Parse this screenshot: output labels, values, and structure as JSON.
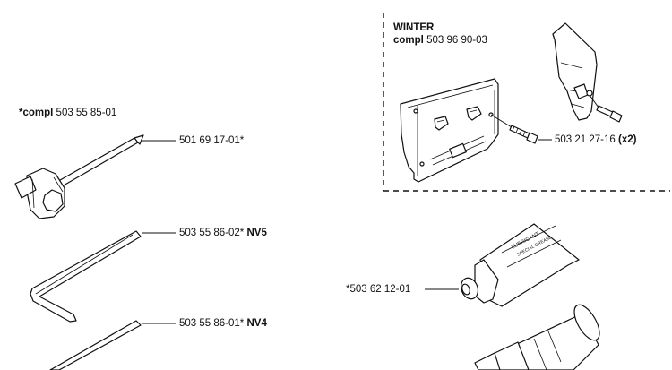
{
  "winter_kit": {
    "title": "WINTER",
    "compl_prefix": "compl",
    "compl_number": "503 96 90-03",
    "screw_number": "503 21 27-16",
    "screw_qty": "(x2)"
  },
  "tool_kit": {
    "prefix_star_bold": "*compl",
    "compl_number": "503 55 85-01"
  },
  "parts": {
    "wrench": {
      "number": "501 69 17-01*"
    },
    "hex_key_nv5": {
      "number": "503 55 86-02*",
      "size": "NV5"
    },
    "hex_key_nv4": {
      "number": "503 55 86-01*",
      "size": "NV4"
    },
    "grease_tube": {
      "number": "*503 62 12-01"
    }
  }
}
